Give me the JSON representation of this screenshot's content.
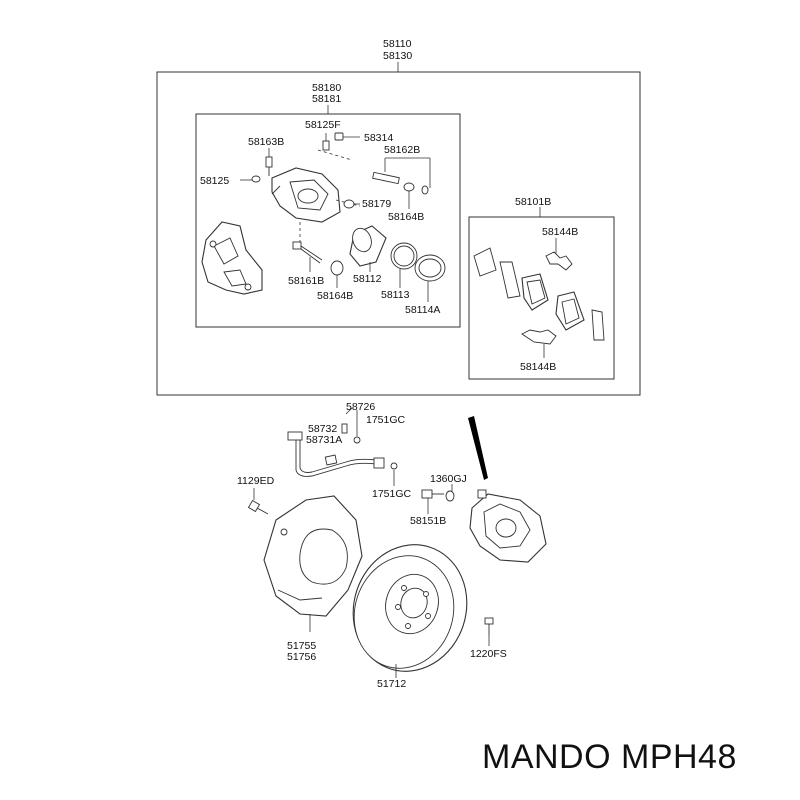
{
  "brand_caption": "MANDO MPH48",
  "labels": {
    "assy_top": [
      "58110",
      "58130"
    ],
    "caliper_assy": [
      "58180",
      "58181"
    ],
    "l_58125F": "58125F",
    "l_58314": "58314",
    "l_58163B": "58163B",
    "l_58162B": "58162B",
    "l_58125": "58125",
    "l_58179": "58179",
    "l_58164B_a": "58164B",
    "l_58161B": "58161B",
    "l_58112": "58112",
    "l_58164B_b": "58164B",
    "l_58113": "58113",
    "l_58114A": "58114A",
    "l_58101B": "58101B",
    "l_58144B_a": "58144B",
    "l_58144B_b": "58144B",
    "l_58726": "58726",
    "l_58732": "58732",
    "l_1751GC_a": "1751GC",
    "l_58731A": "58731A",
    "l_1129ED": "1129ED",
    "l_1360GJ": "1360GJ",
    "l_1751GC_b": "1751GC",
    "l_58151B": "58151B",
    "shield": [
      "51755",
      "51756"
    ],
    "l_51712": "51712",
    "l_1220FS": "1220FS"
  }
}
